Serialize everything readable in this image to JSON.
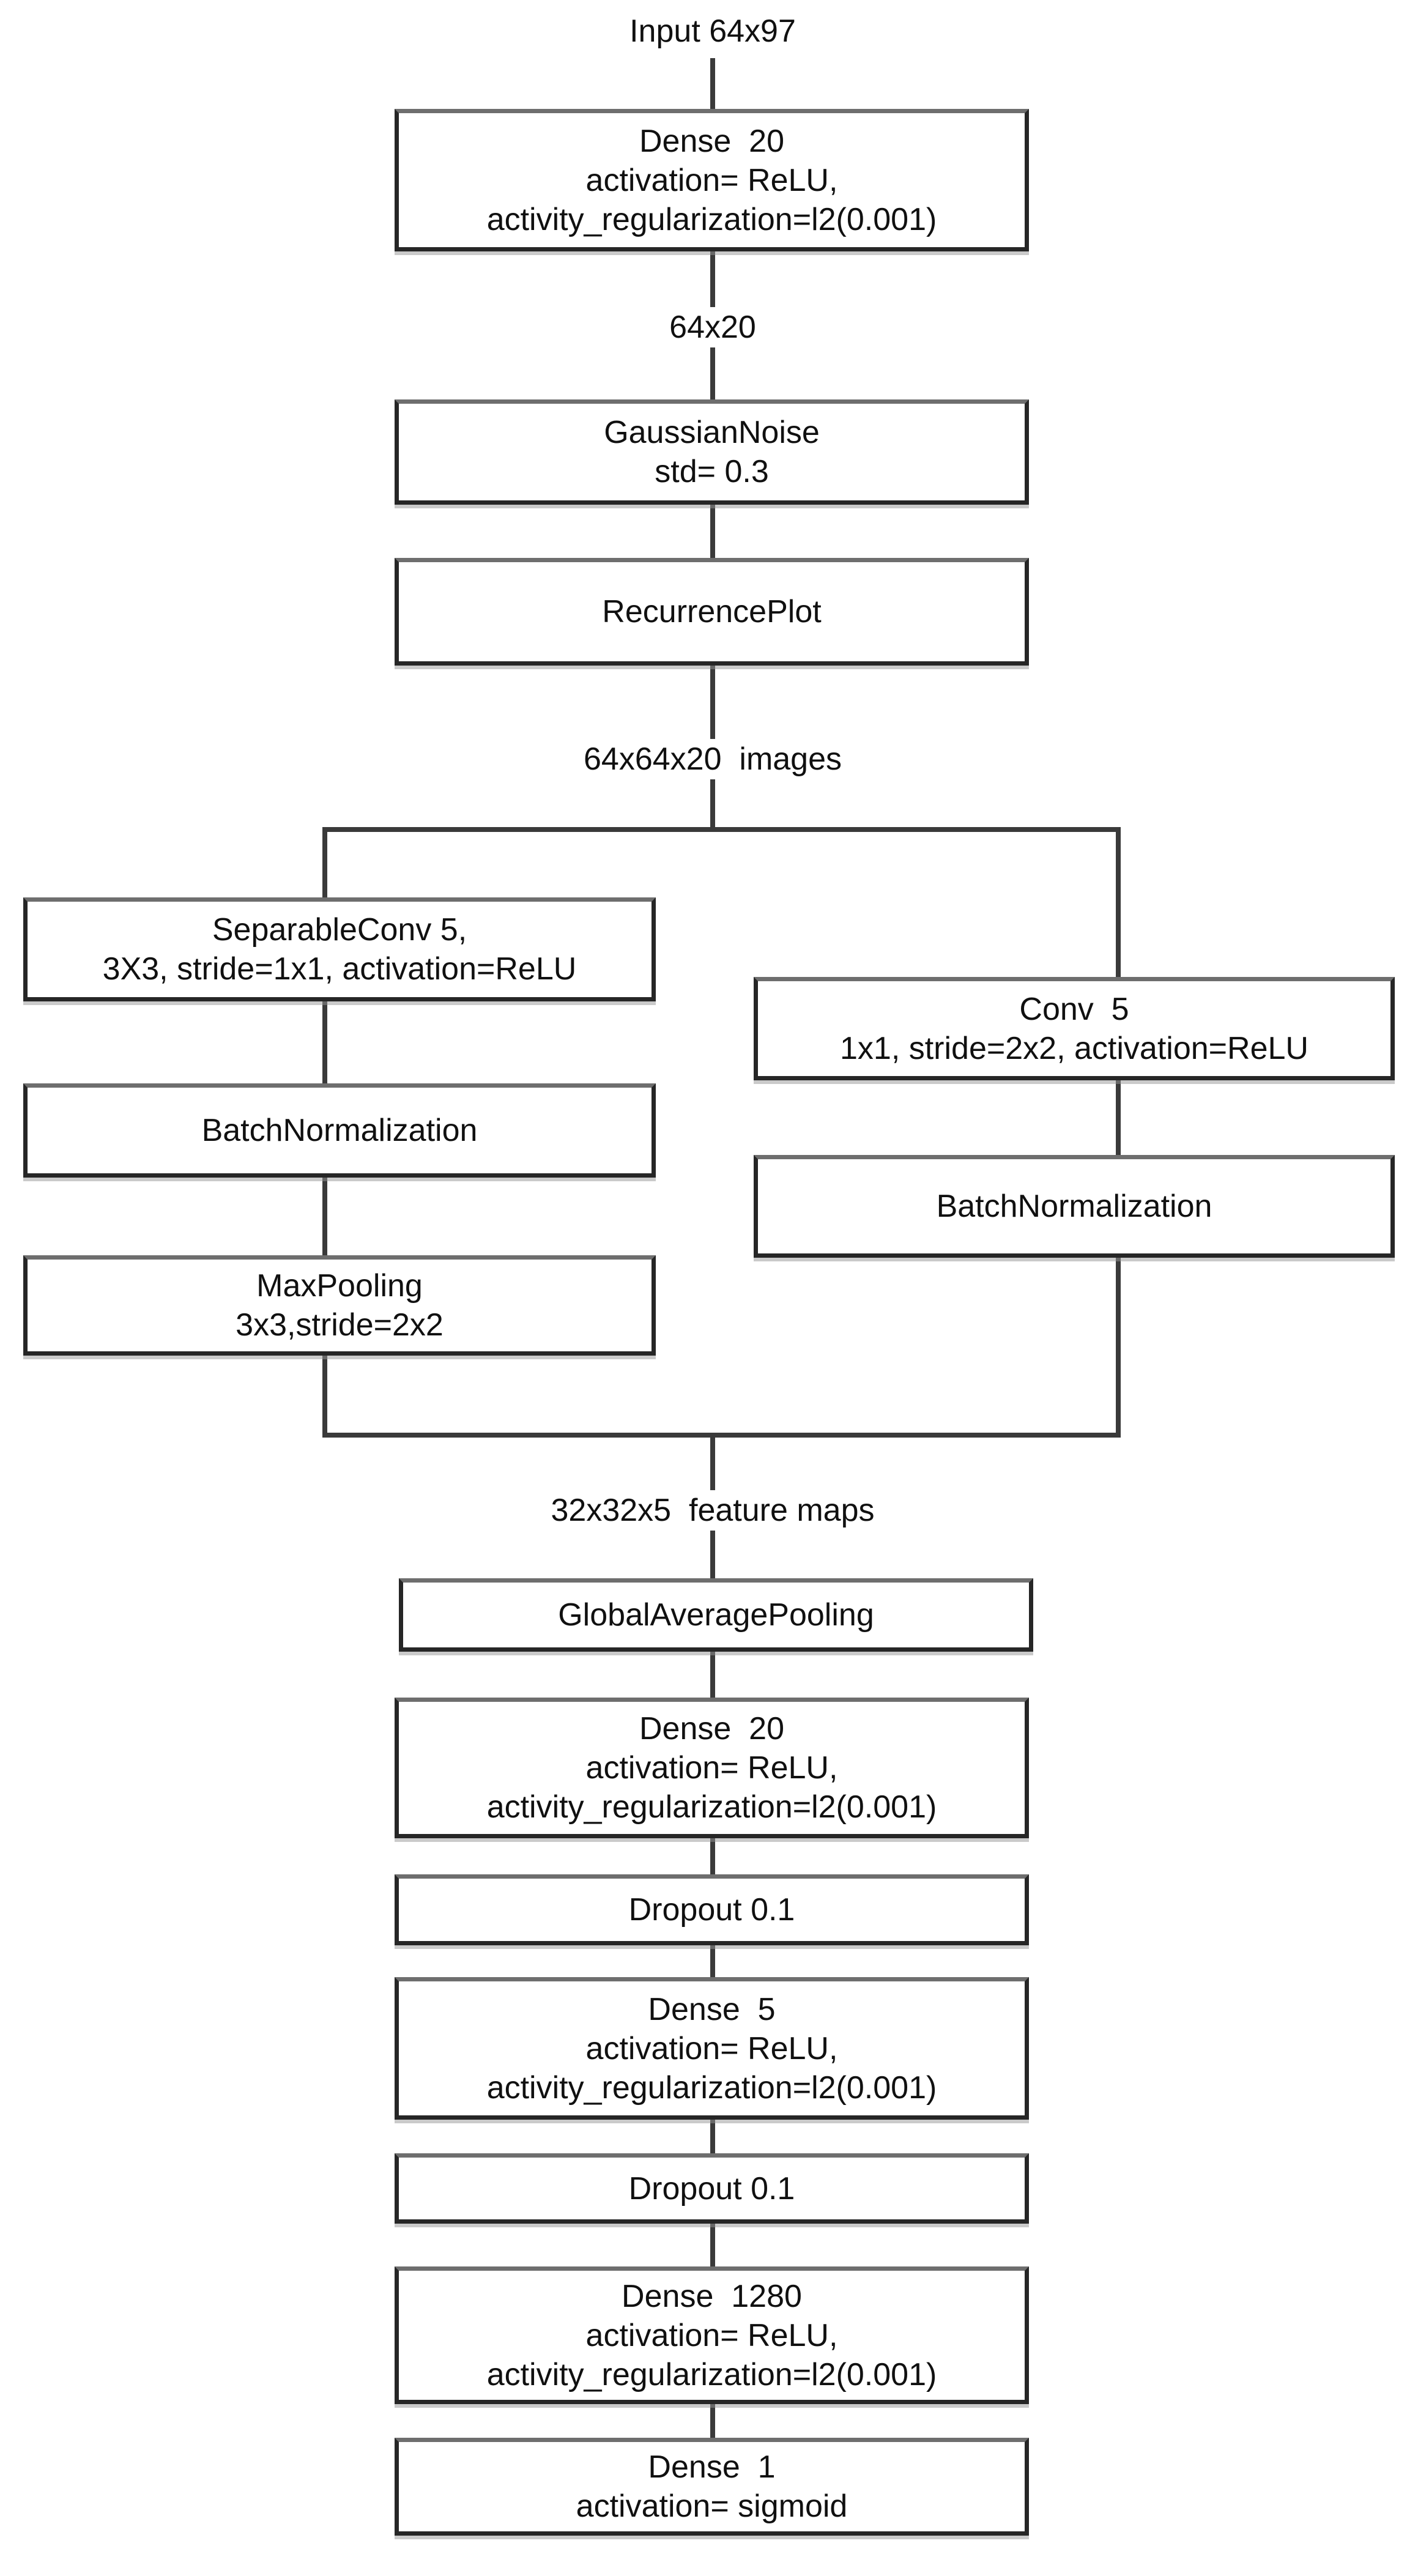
{
  "labels": {
    "input": "Input 64x97",
    "shape_after_dense": "64x20",
    "shape_images": "64x64x20  images",
    "shape_feature_maps": "32x32x5  feature maps"
  },
  "nodes": {
    "dense_a": {
      "l1": "Dense  20",
      "l2": "activation= ReLU,",
      "l3": "activity_regularization=l2(0.001)"
    },
    "gaussian_noise": {
      "l1": "GaussianNoise",
      "l2": "std= 0.3"
    },
    "recurrence_plot": {
      "l1": "RecurrencePlot"
    },
    "separable_conv": {
      "l1": "SeparableConv 5,",
      "l2": "3X3, stride=1x1, activation=ReLU"
    },
    "conv": {
      "l1": "Conv  5",
      "l2": "1x1, stride=2x2, activation=ReLU"
    },
    "batch_norm_left": {
      "l1": "BatchNormalization"
    },
    "batch_norm_right": {
      "l1": "BatchNormalization"
    },
    "max_pooling": {
      "l1": "MaxPooling",
      "l2": "3x3,stride=2x2"
    },
    "global_average_pooling": {
      "l1": "GlobalAveragePooling"
    },
    "dense_b": {
      "l1": "Dense  20",
      "l2": "activation= ReLU,",
      "l3": "activity_regularization=l2(0.001)"
    },
    "dropout_a": {
      "l1": "Dropout 0.1"
    },
    "dense_c": {
      "l1": "Dense  5",
      "l2": "activation= ReLU,",
      "l3": "activity_regularization=l2(0.001)"
    },
    "dropout_b": {
      "l1": "Dropout 0.1"
    },
    "dense_d": {
      "l1": "Dense  1280",
      "l2": "activation= ReLU,",
      "l3": "activity_regularization=l2(0.001)"
    },
    "dense_out": {
      "l1": "Dense  1",
      "l2": "activation= sigmoid"
    }
  },
  "colors": {
    "background": "#ffffff",
    "box_border": "#262626",
    "connector": "#3a3a3a",
    "text": "#101010"
  }
}
